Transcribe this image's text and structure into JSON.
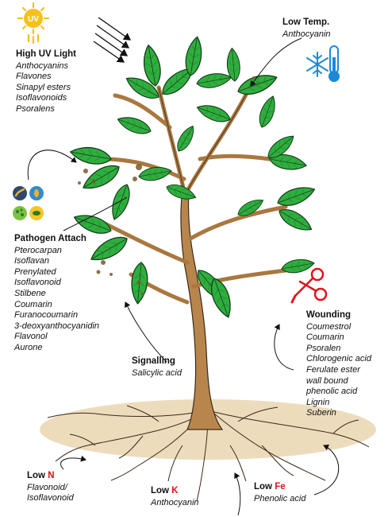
{
  "uv": {
    "badge": "UV",
    "title": "High UV Light",
    "items": [
      "Anthocyanins",
      "Flavones",
      "Sinapyl esters",
      "Isoflavonoids",
      "Psoralens"
    ]
  },
  "low_temp": {
    "title": "Low Temp.",
    "items": [
      "Anthocyanin"
    ]
  },
  "pathogen": {
    "title": "Pathogen Attach",
    "items": [
      "Pterocarpan",
      "Isoflavan",
      "Prenylated",
      "Isoflavonoid",
      "Stilbene",
      "Coumarin",
      "Furanocoumarin",
      "3-deoxyanthocyanidin",
      "Flavonol",
      "Aurone"
    ]
  },
  "signalling": {
    "title": "Signalling",
    "items": [
      "Salicylic acid"
    ]
  },
  "wounding": {
    "title": "Wounding",
    "items": [
      "Coumestrol",
      "Coumarin",
      "Psoralen",
      "Chlorogenic acid",
      "Ferulate ester",
      "wall bound",
      "phenolic acid",
      "Lignin",
      "Suberin"
    ]
  },
  "low_n": {
    "prefix": "Low ",
    "element": "N",
    "items": [
      "Flavonoid/",
      "Isoflavonoid"
    ]
  },
  "low_k": {
    "prefix": "Low ",
    "element": "K",
    "items": [
      "Anthocyanin"
    ]
  },
  "low_fe": {
    "prefix": "Low ",
    "element": "Fe",
    "items": [
      "Phenolic acid"
    ]
  },
  "colors": {
    "leaf": "#2fae3e",
    "leaf_dark": "#1f7a2c",
    "trunk": "#b8864c",
    "soil": "#eddcbc",
    "accent_red": "#e0121b",
    "sun": "#f5c21b",
    "snow": "#1e88d8"
  },
  "icons": [
    "sun-uv-icon",
    "uv-rays-icon",
    "snowflake-icon",
    "thermometer-icon",
    "pathogen-bacteria-icon",
    "pathogen-virus-icon",
    "pathogen-fungus-icon",
    "pathogen-cell-icon",
    "scissors-icon"
  ]
}
